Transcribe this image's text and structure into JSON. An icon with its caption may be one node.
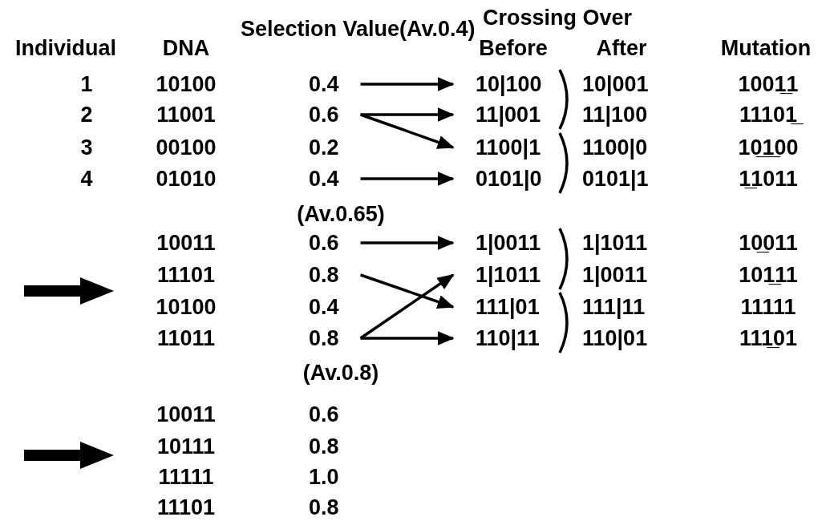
{
  "diagram": {
    "nodes": [
      {
        "text": [
          "0.4"
        ]
      },
      {
        "text": [
          "10|100"
        ]
      },
      {
        "text": [
          "0.6"
        ]
      },
      {
        "text": [
          "11|001"
        ]
      },
      {
        "text": [
          "1100|1"
        ]
      },
      {
        "text": [
          "0.4"
        ]
      },
      {
        "text": [
          "0101|0"
        ]
      },
      {
        "text": [
          "0.6"
        ]
      },
      {
        "text": [
          "1|0011"
        ]
      },
      {
        "text": [
          "0.8"
        ]
      },
      {
        "text": [
          "1|1011"
        ]
      },
      {
        "text": [
          "111|01"
        ]
      },
      {
        "text": [
          "0.8"
        ]
      },
      {
        "text": [
          "110|11"
        ]
      }
    ],
    "edges": [
      {
        "from": 0,
        "to": 1,
        "arrow": "to"
      },
      {
        "from": 2,
        "to": 3,
        "arrow": "to"
      },
      {
        "from": 2,
        "to": 4,
        "arrow": "to"
      },
      {
        "from": 5,
        "to": 6,
        "arrow": "to"
      },
      {
        "from": 7,
        "to": 8,
        "arrow": "to"
      },
      {
        "from": 9,
        "to": 11,
        "arrow": "to"
      },
      {
        "from": 12,
        "to": 10,
        "arrow": "to"
      },
      {
        "from": 12,
        "to": 13,
        "arrow": "to"
      }
    ],
    "labels": [
      "Individual",
      "DNA",
      "Selection Value(Av.0.4)",
      "Crossing Over",
      "Before",
      "After",
      "Mutation",
      "1",
      "10100",
      "10|001",
      "1001̲1",
      "2",
      "11001",
      "11|100",
      "11101̲",
      "3",
      "00100",
      "0.2",
      "1100|0",
      "10̲1̲00",
      "4",
      "01010",
      "0101|1",
      "1̲1011",
      "(Av.0.65)",
      "10011",
      "1|1011",
      "10̲011",
      "11101",
      "1|0011",
      "101̲11",
      "10100",
      "0.4",
      "111|11",
      "11111",
      "11011",
      "110|01",
      "111̲01",
      "(Av.0.8)",
      "10011",
      "0.6",
      "10111",
      "0.8",
      "11111",
      "1.0",
      "11101",
      "0.8"
    ]
  }
}
